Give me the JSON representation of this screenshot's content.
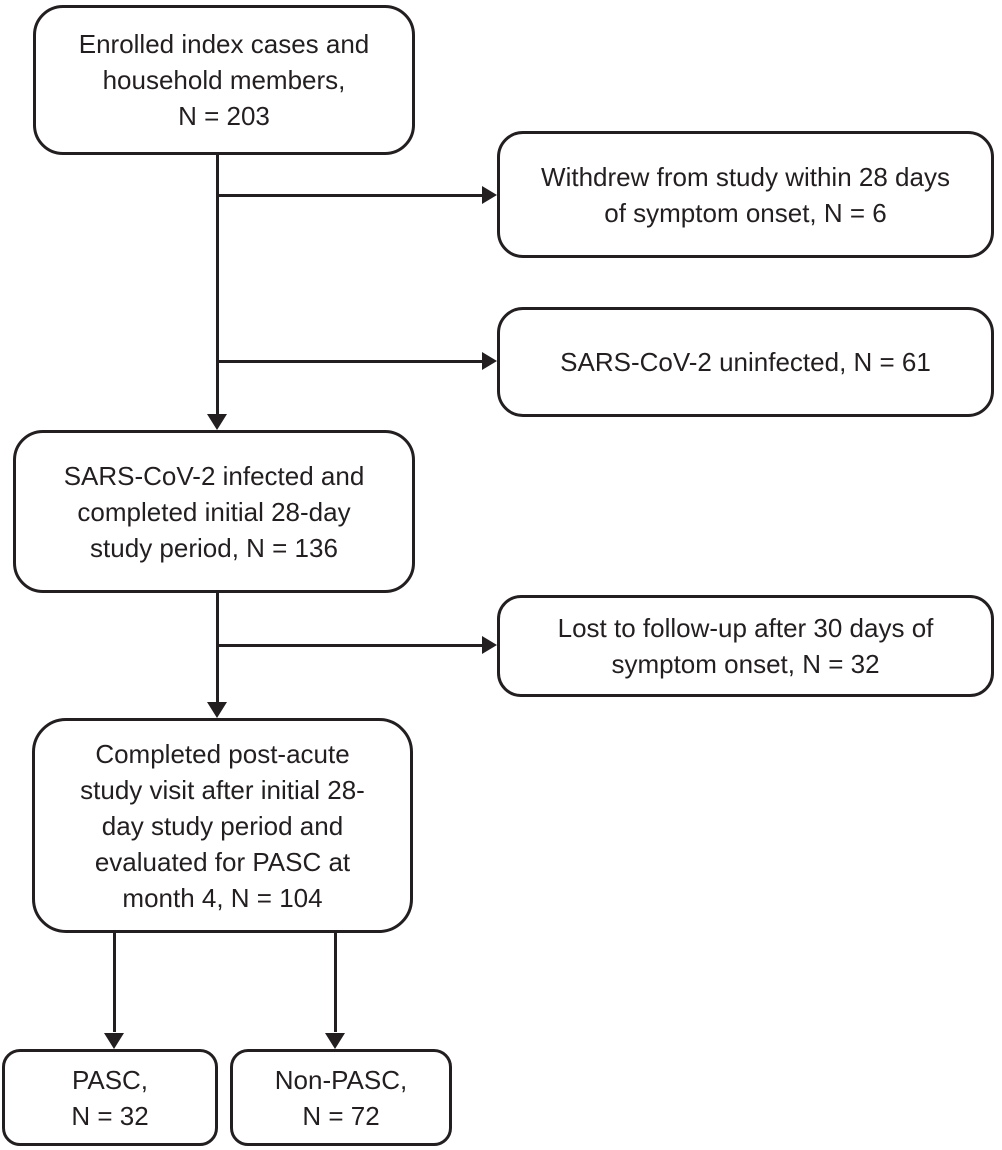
{
  "figure": {
    "type": "study-flow-diagram",
    "background_color": "#ffffff",
    "line_color": "#231f20"
  },
  "boxes": {
    "enrolled": {
      "lines": [
        "Enrolled index cases and",
        "household members,",
        "N = 203"
      ],
      "n": 203
    },
    "withdrew": {
      "lines": [
        "Withdrew from study within 28 days",
        "of symptom onset, N = 6"
      ],
      "n": 6
    },
    "uninfected": {
      "lines": [
        "SARS-CoV-2 uninfected, N = 61"
      ],
      "n": 61
    },
    "infected": {
      "lines": [
        "SARS-CoV-2 infected and",
        "completed initial 28-day",
        "study period, N = 136"
      ],
      "n": 136
    },
    "lost_followup": {
      "lines": [
        "Lost to follow-up after 30 days of",
        "symptom onset, N = 32"
      ],
      "n": 32
    },
    "post_acute": {
      "lines": [
        "Completed post-acute",
        "study visit after initial 28-",
        "day study period and",
        "evaluated for PASC at",
        "month 4, N = 104"
      ],
      "n": 104
    },
    "pasc": {
      "lines": [
        "PASC,",
        "N = 32"
      ],
      "n": 32
    },
    "non_pasc": {
      "lines": [
        "Non-PASC,",
        "N = 72"
      ],
      "n": 72
    }
  }
}
